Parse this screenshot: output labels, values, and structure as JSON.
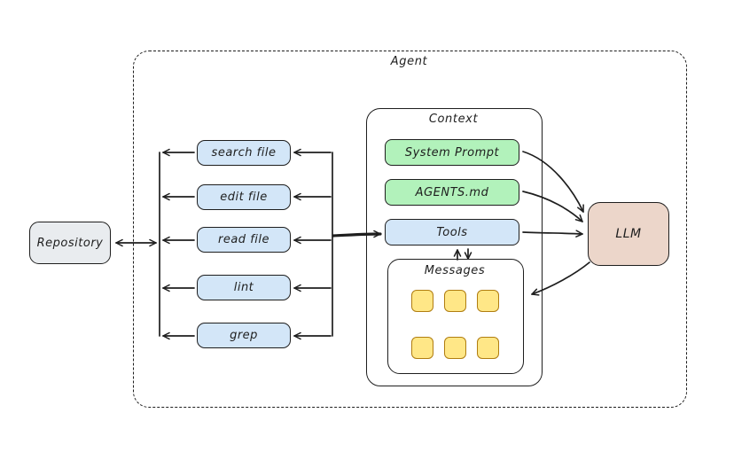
{
  "diagram": {
    "labels": {
      "agent": "Agent",
      "context": "Context",
      "messages": "Messages",
      "repository": "Repository",
      "llm": "LLM"
    },
    "tools": [
      "search file",
      "edit file",
      "read file",
      "lint",
      "grep"
    ],
    "context_items": [
      "System Prompt",
      "AGENTS.md",
      "Tools"
    ],
    "message_count": 6,
    "colors": {
      "tool_fill": "#d3e6f8",
      "green_fill": "#b2f2bb",
      "yellow_fill": "#ffe787",
      "repo_fill": "#e9ecef",
      "llm_fill": "#ecd6ca",
      "stroke": "#1e1e1e"
    }
  }
}
